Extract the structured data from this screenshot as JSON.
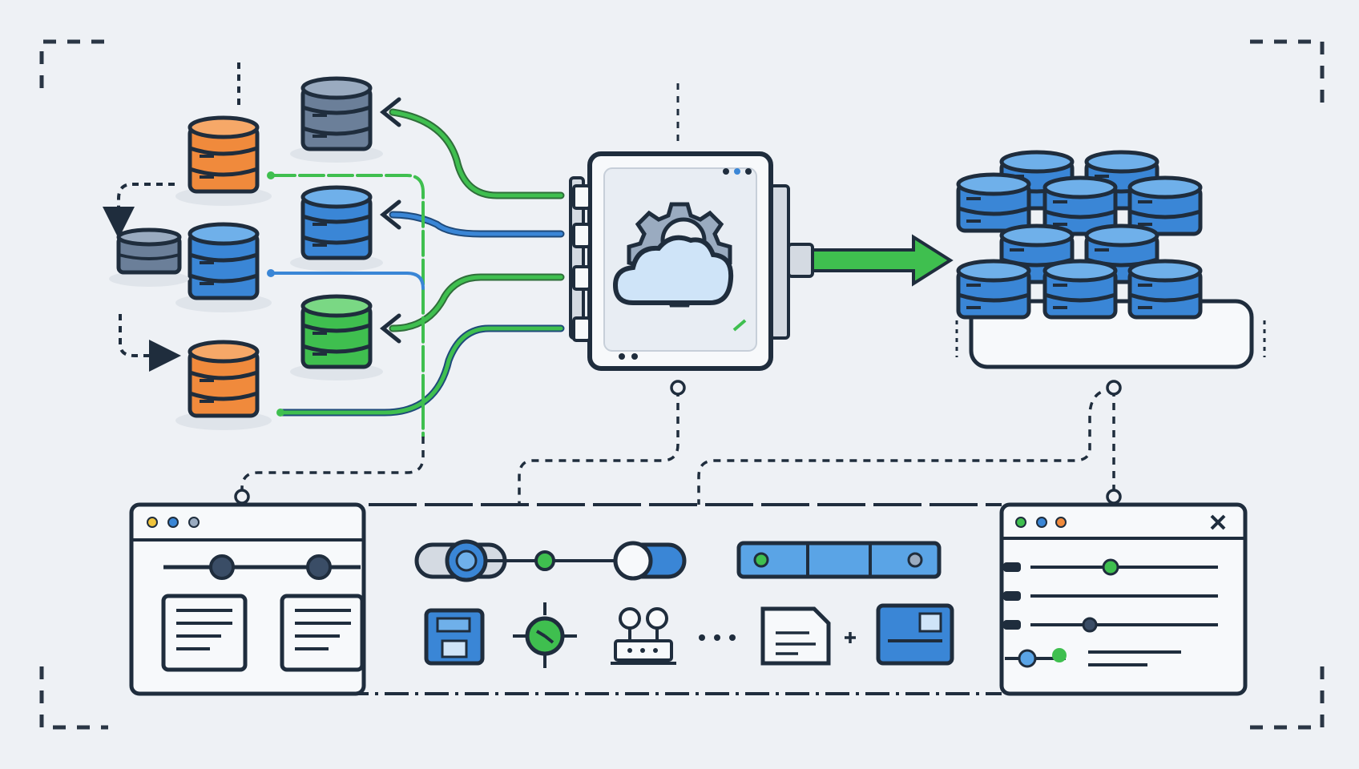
{
  "colors": {
    "background": "#eef1f5",
    "outline": "#1f2d3d",
    "orange": "#f08a3c",
    "blue": "#3a86d6",
    "slate": "#6b7f99",
    "green": "#3fbf4f",
    "light_blue": "#5aa4e6",
    "panel": "#f7f9fb",
    "dash": "#2a3645"
  },
  "diagram": {
    "source_databases": [
      {
        "name": "source-db-orange-top",
        "color": "orange"
      },
      {
        "name": "source-db-blue-middle",
        "color": "blue"
      },
      {
        "name": "source-db-orange-bottom",
        "color": "orange"
      },
      {
        "name": "source-db-slate-small",
        "color": "slate"
      }
    ],
    "destination_databases": [
      {
        "name": "dest-db-slate",
        "color": "slate"
      },
      {
        "name": "dest-db-blue",
        "color": "blue"
      },
      {
        "name": "dest-db-green",
        "color": "green"
      }
    ],
    "processor": {
      "icons": [
        "gear-icon",
        "cloud-icon"
      ]
    },
    "output_cluster": {
      "count": 10,
      "color": "light_blue"
    },
    "panels": [
      {
        "name": "left-settings-window",
        "controls": [
          "slider-icon",
          "document-icon",
          "document-icon"
        ]
      },
      {
        "name": "center-toolbar",
        "controls": [
          "toggle-icon",
          "progress-bar-icon",
          "floppy-icon",
          "timer-icon",
          "network-icon",
          "document-icon",
          "window-icon"
        ]
      },
      {
        "name": "right-settings-window",
        "controls": [
          "close-icon",
          "slider-icon"
        ]
      }
    ]
  }
}
